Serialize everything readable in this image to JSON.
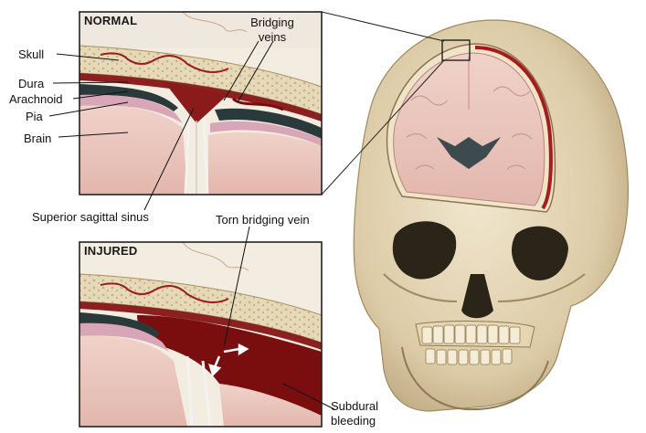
{
  "panels": {
    "normal": {
      "title": "NORMAL"
    },
    "injured": {
      "title": "INJURED"
    }
  },
  "labels": {
    "skull": "Skull",
    "dura": "Dura",
    "arachnoid": "Arachnoid",
    "pia": "Pia",
    "brain": "Brain",
    "bridging_veins_line1": "Bridging",
    "bridging_veins_line2": "veins",
    "superior_sagittal_sinus": "Superior sagittal sinus",
    "torn_bridging_vein": "Torn bridging vein",
    "subdural_bleeding_line1": "Subdural",
    "subdural_bleeding_line2": "bleeding"
  },
  "colors": {
    "bone": "#e8dcc0",
    "dura_red": "#8b1a1a",
    "arachnoid_dark": "#2a3a3a",
    "brain_pink": "#e8c4bc",
    "blood": "#7a0e0e",
    "panel_border": "#222222"
  }
}
